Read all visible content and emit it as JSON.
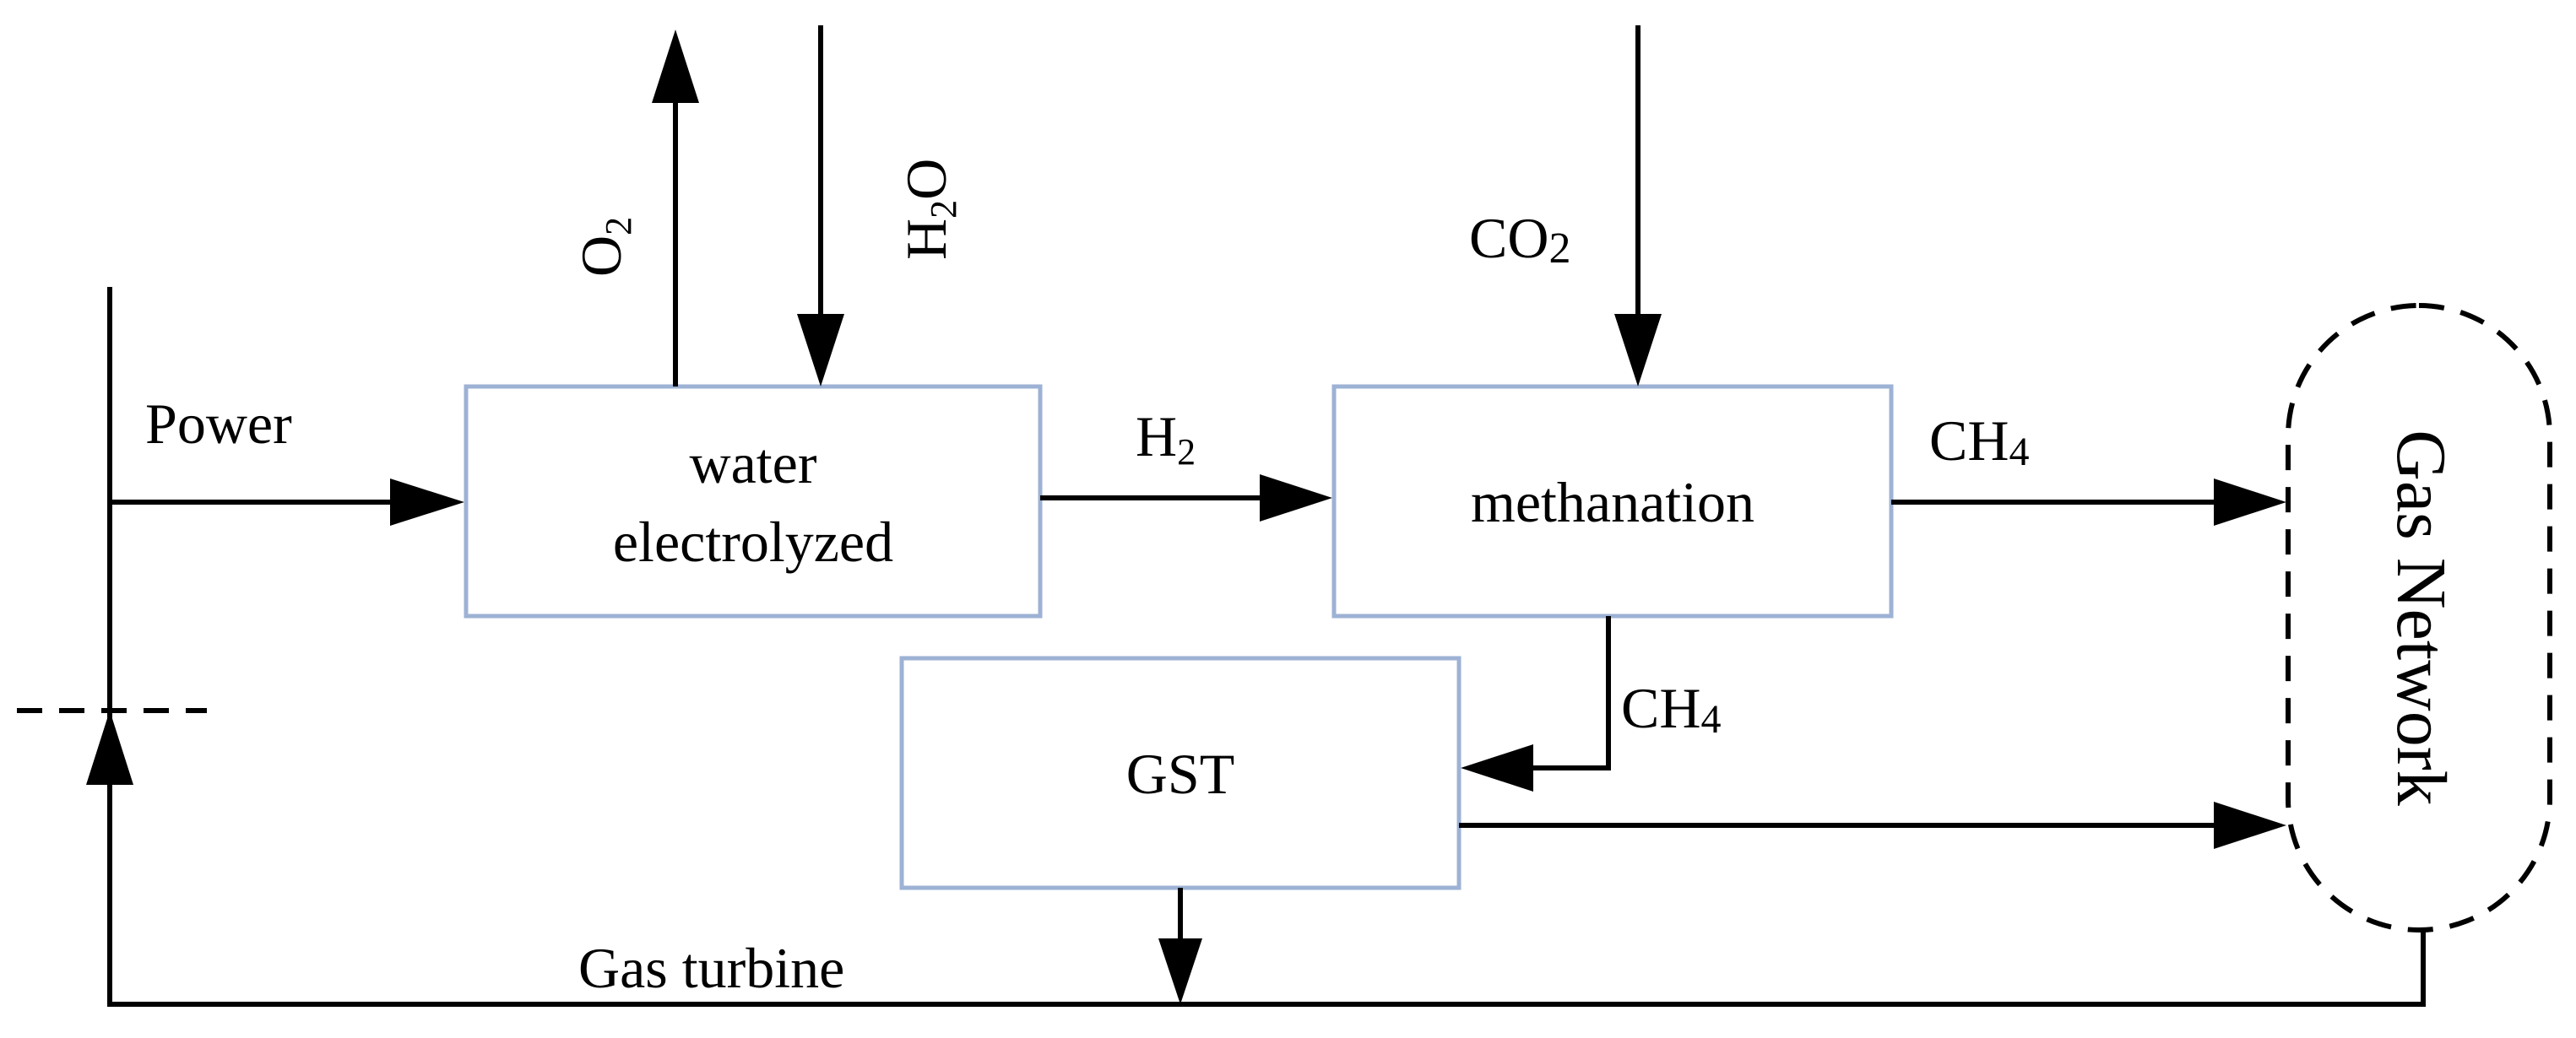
{
  "blocks": {
    "water_electrolyzed": {
      "line1": "water",
      "line2": "electrolyzed"
    },
    "methanation": {
      "label": "methanation"
    },
    "gst": {
      "label": "GST"
    },
    "gas_network": {
      "label": "Gas Network"
    }
  },
  "flows": {
    "power": "Power",
    "o2": {
      "base": "O",
      "sub": "2"
    },
    "h2o": {
      "base1": "H",
      "sub": "2",
      "base2": "O"
    },
    "co2": {
      "base": "CO",
      "sub": "2"
    },
    "h2": {
      "base": "H",
      "sub": "2"
    },
    "ch4_out": {
      "base": "CH",
      "sub": "4"
    },
    "ch4_down": {
      "base": "CH",
      "sub": "4"
    },
    "gas_turbine": "Gas turbine"
  },
  "colors": {
    "box_border": "#9db2d4",
    "line": "#000000"
  }
}
